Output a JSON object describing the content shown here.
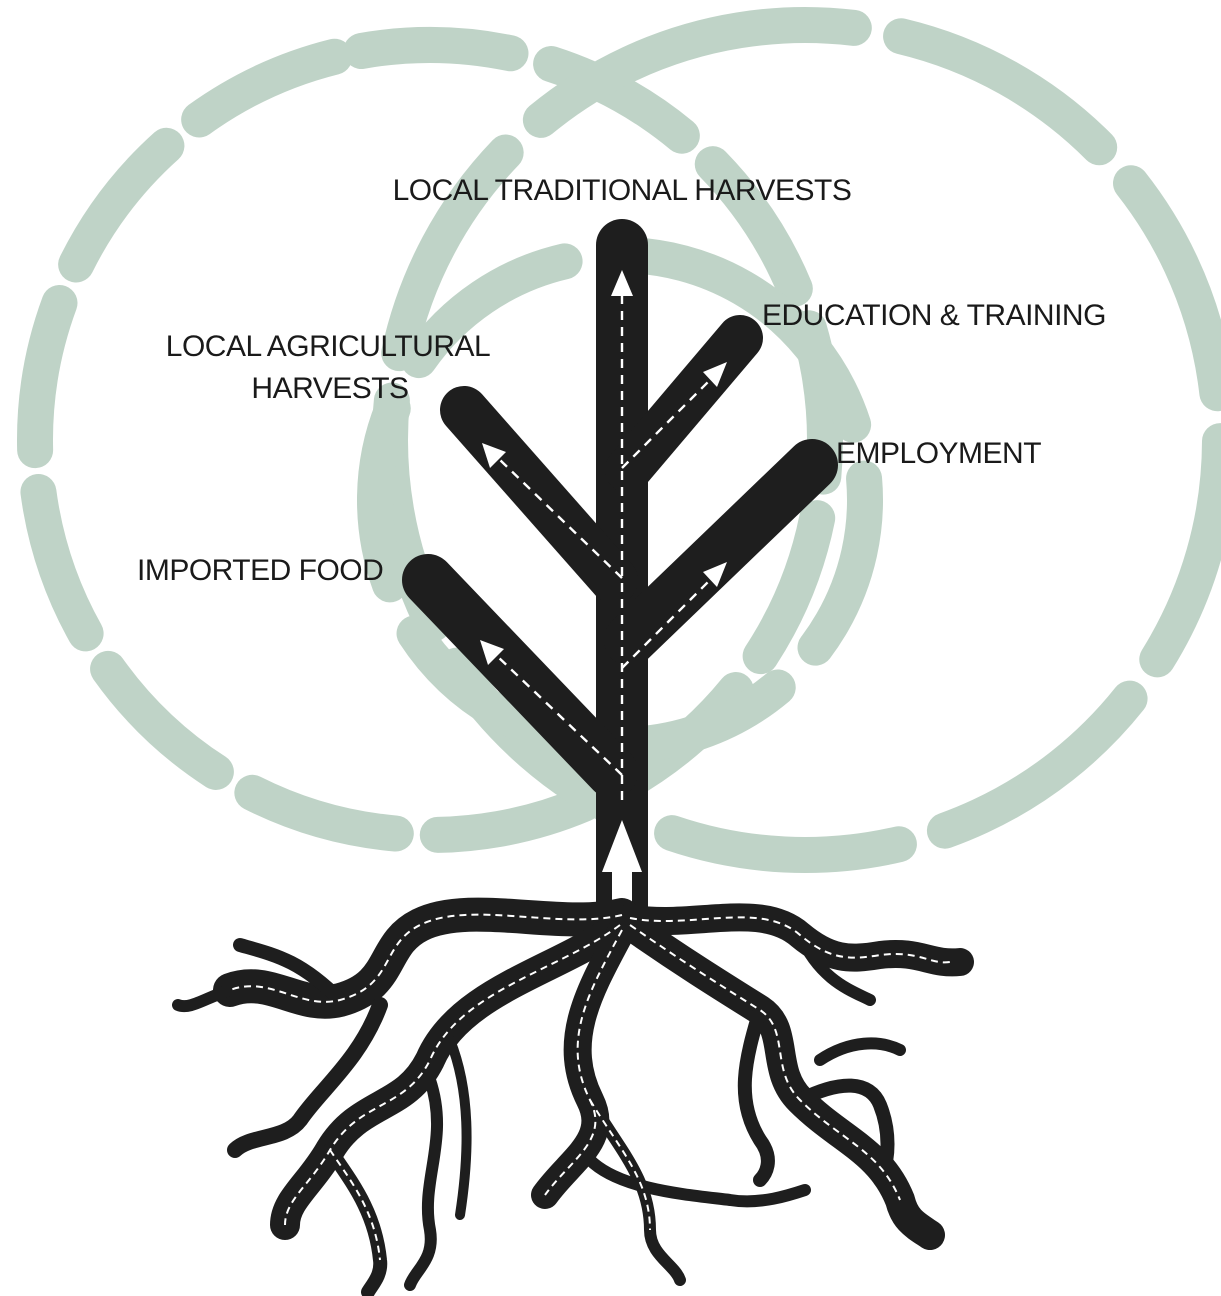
{
  "diagram": {
    "labels": {
      "local_traditional_harvests": "LOCAL TRADITIONAL HARVESTS",
      "education_training": "EDUCATION & TRAINING",
      "local_agricultural_line1": "LOCAL AGRICULTURAL",
      "local_agricultural_line2": "HARVESTS",
      "employment": "EMPLOYMENT",
      "imported_food": "IMPORTED FOOD"
    },
    "colors": {
      "ring": "#bfd3c7",
      "tree": "#1e1e1e",
      "road_marking": "#ffffff",
      "text": "#1a1a1a"
    },
    "icons": [
      "up-arrow-icon",
      "dashed-road-arrow-icon"
    ]
  }
}
